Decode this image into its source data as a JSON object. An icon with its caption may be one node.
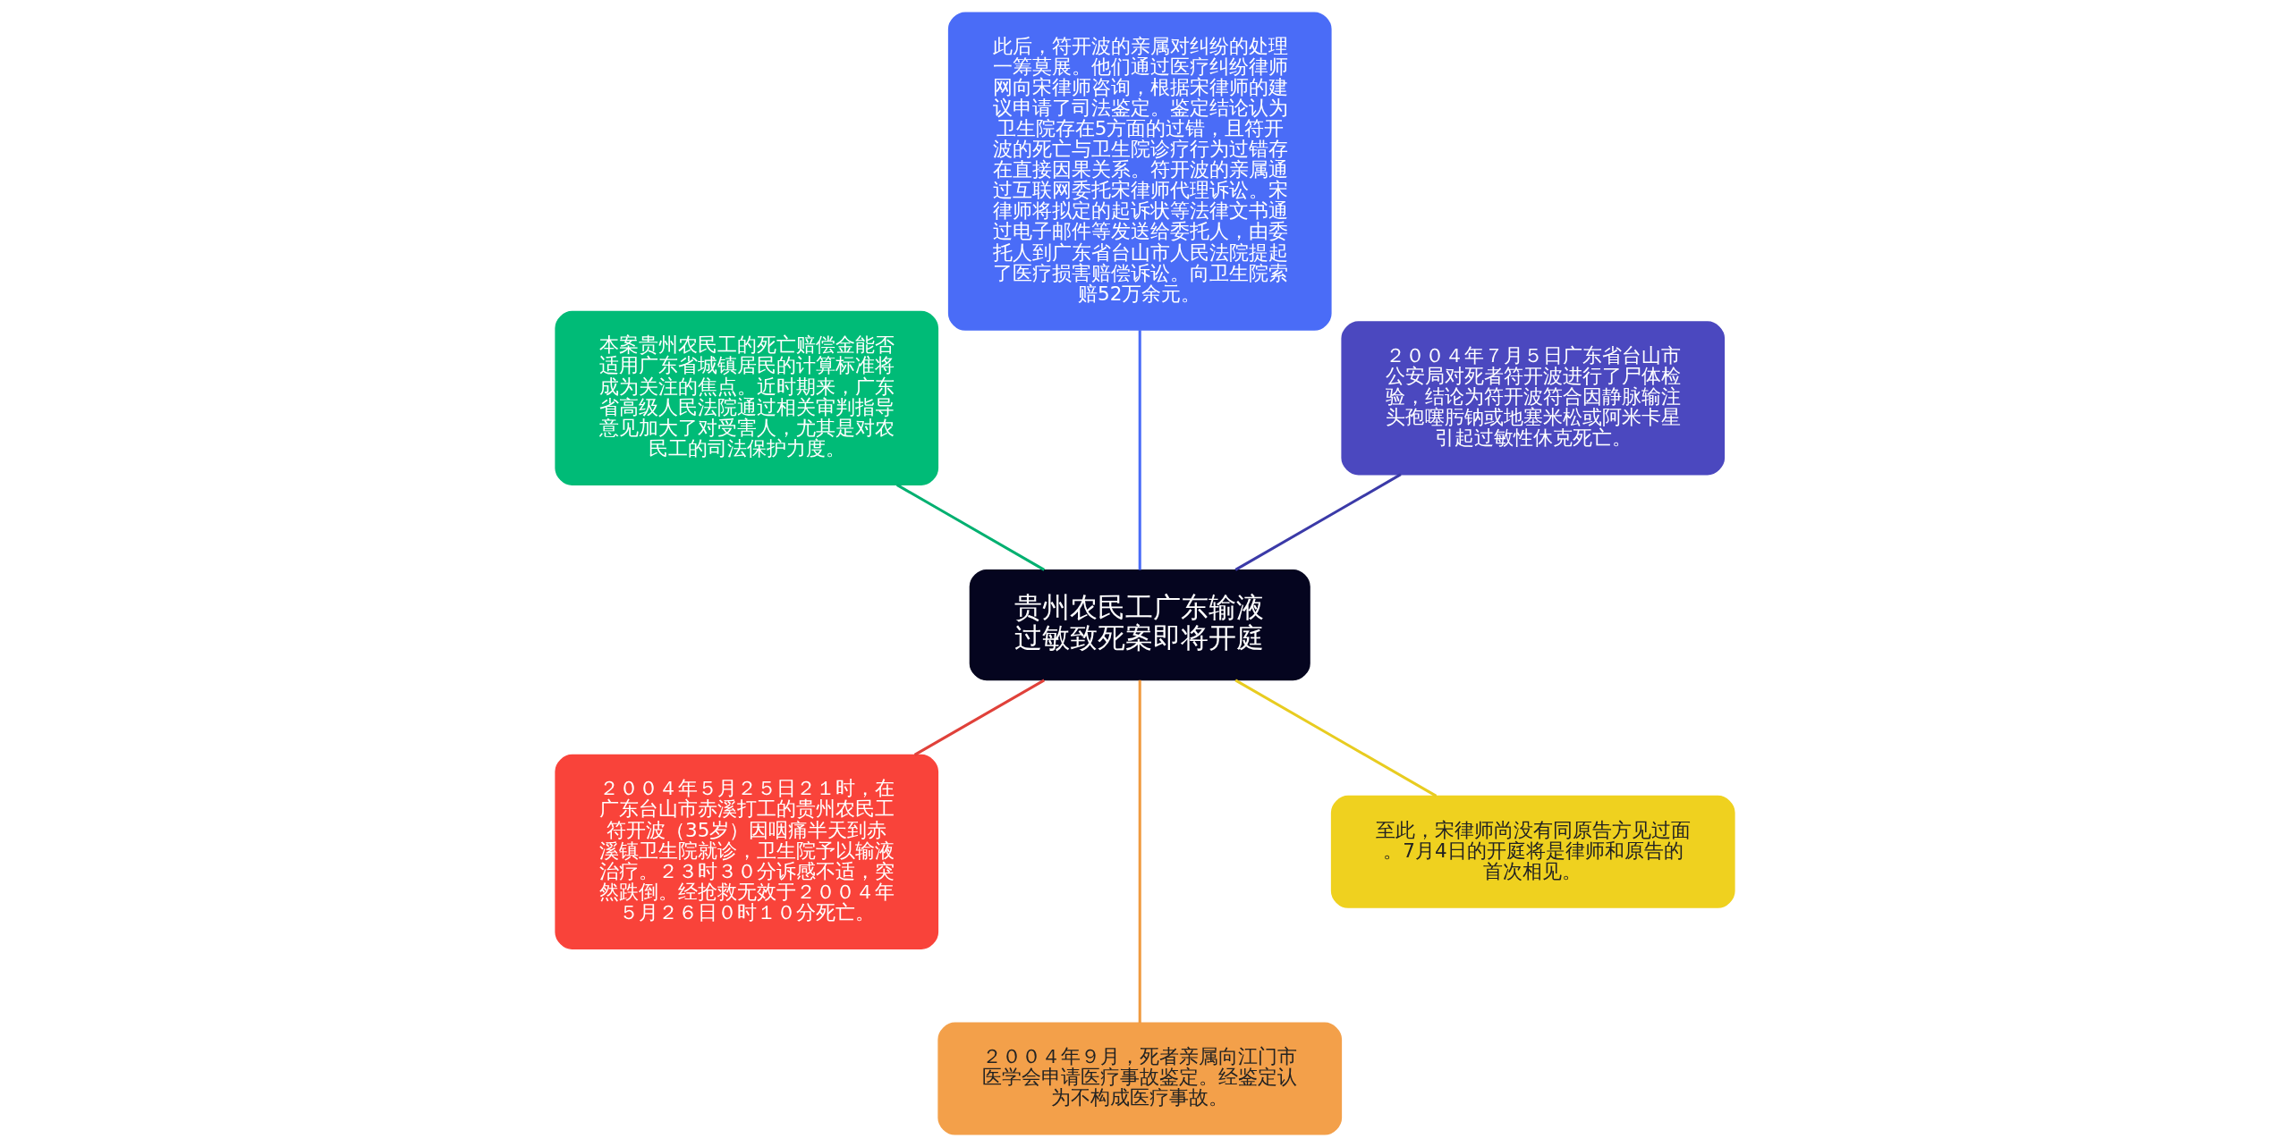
{
  "diagram": {
    "nodes": [
      {
        "text": [
          "贵州农民工广东输液过敏致死案即将开庭"
        ]
      },
      {
        "text": [
          "２００４年７月５日广东省台山市公安局对死者符开波进行了尸体检验，结论为符开波符合因静脉输注头孢噻肟钠或地塞米松或阿米卡星引起过敏性休克死亡。"
        ]
      },
      {
        "text": [
          "此后，符开波的亲属对纠纷的处理一筹莫展。他们通过医疗纠纷律师网向宋律师咨询，根据宋律师的建议申请了司法鉴定。鉴定结论认为卫生院存在5方面的过错，且符开波的死亡与卫生院诊疗行为过错存在直接因果关系。符开波的亲属通过互联网委托宋律师代理诉讼。宋律师将拟定的起诉状等法律文书通过电子邮件等发送给委托人，由委托人到广东省台山市人民法院提起了医疗损害赔偿诉讼。向卫生院索赔52万余元。"
        ]
      },
      {
        "text": [
          "本案贵州农民工的死亡赔偿金能否适用广东省城镇居民的计算标准将成为关注的焦点。近时期来，广东省高级人民法院通过相关审判指导意见加大了对受害人，尤其是对农民工的司法保护力度。"
        ]
      },
      {
        "text": [
          "２００４年５月２５日２１时，在广东台山市赤溪打工的贵州农民工符开波（35岁）因咽痛半天到赤溪镇卫生院就诊，卫生院予以输液治疗。２３时３０分诉感不适，突然跌倒。经抢救无效于２００４年５月２６日０时１０分死亡。"
        ]
      },
      {
        "text": [
          "２００４年９月，死者亲属向江门市医学会申请医疗事故鉴定。经鉴定认为不构成医疗事故。"
        ]
      },
      {
        "text": [
          "至此，宋律师尚没有同原告方见过面。7月4日的开庭将是律师和原告的首次相见。"
        ]
      }
    ],
    "edges": [
      {
        "from": 0,
        "to": 1,
        "arrow": "none",
        "color": "#3b3aa8"
      },
      {
        "from": 0,
        "to": 2,
        "arrow": "none",
        "color": "#4a6cf7"
      },
      {
        "from": 0,
        "to": 3,
        "arrow": "none",
        "color": "#00b070"
      },
      {
        "from": 0,
        "to": 4,
        "arrow": "none",
        "color": "#e0413a"
      },
      {
        "from": 0,
        "to": 5,
        "arrow": "none",
        "color": "#f09a40"
      },
      {
        "from": 0,
        "to": 6,
        "arrow": "none",
        "color": "#e8cc20"
      }
    ]
  }
}
